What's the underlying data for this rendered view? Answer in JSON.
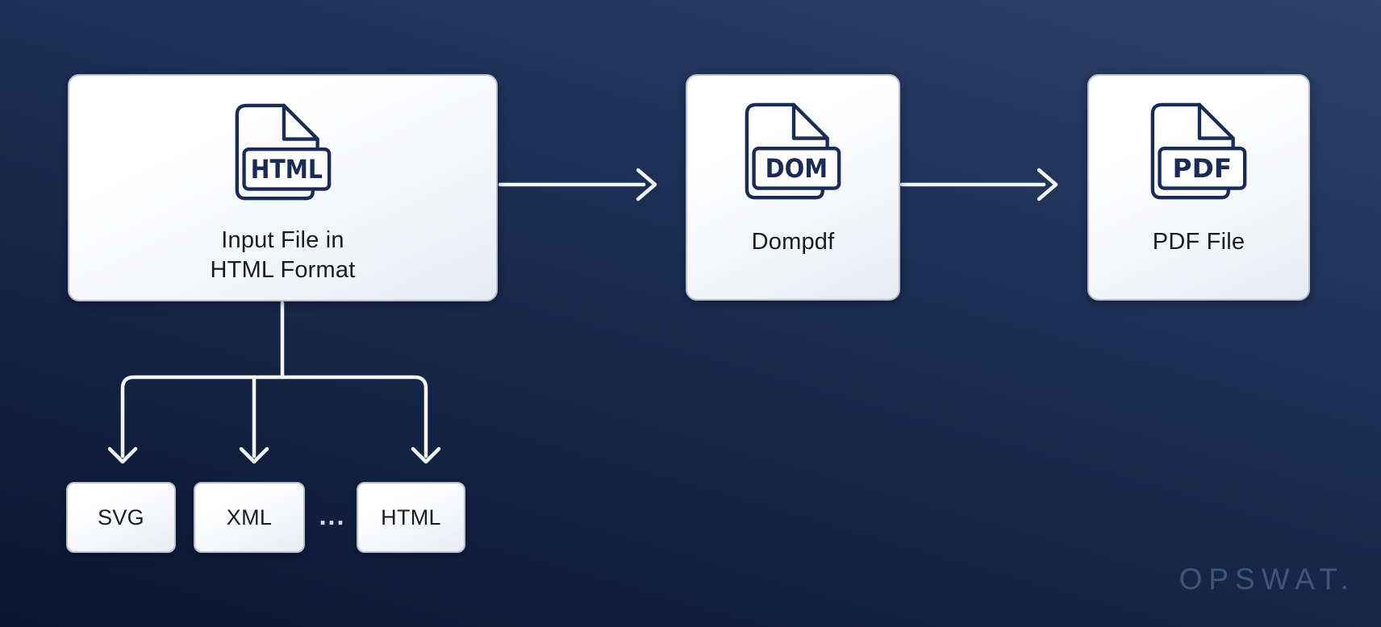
{
  "diagram": {
    "nodes": {
      "input": {
        "label": "Input File in\nHTML Format",
        "icon": "file-html-icon",
        "icon_label": "HTML"
      },
      "dompdf": {
        "label": "Dompdf",
        "icon": "file-dom-icon",
        "icon_label": "DOM"
      },
      "pdf": {
        "label": "PDF File",
        "icon": "file-pdf-icon",
        "icon_label": "PDF"
      }
    },
    "formats": [
      {
        "label": "SVG"
      },
      {
        "label": "XML"
      },
      {
        "label": "HTML"
      }
    ],
    "ellipsis": "...",
    "watermark": "OPSWAT."
  },
  "colors": {
    "background_top": "#2e4168",
    "background_bottom": "#0a1630",
    "node_border": "#b8c0d0",
    "icon_stroke": "#1a2c55",
    "label_text": "#1b1c20",
    "arrow": "#f3f6fa",
    "watermark": "#4b5d85"
  }
}
